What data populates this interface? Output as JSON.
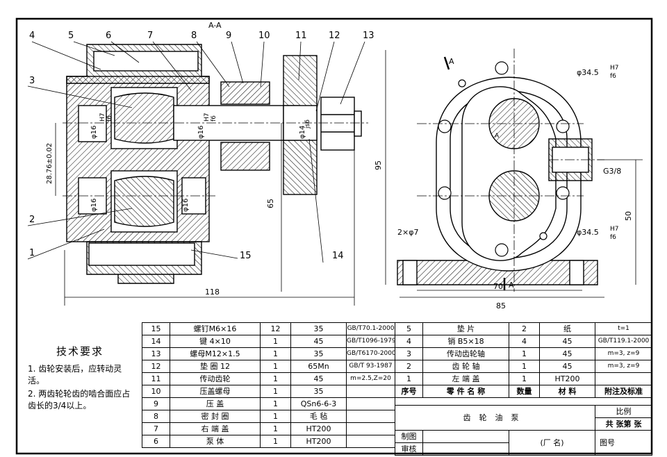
{
  "section_label": "A-A",
  "callouts_left": [
    "1",
    "2",
    "3",
    "4",
    "5",
    "6",
    "7",
    "8",
    "9",
    "10",
    "11",
    "12",
    "13",
    "14",
    "15"
  ],
  "dims": {
    "d118": "118",
    "d65": "65",
    "d95": "95",
    "d50": "50",
    "d70": "70",
    "d85": "85",
    "center": "28.76±0.02",
    "bore1": "φ16",
    "fit_h7": "H7",
    "fit_f6": "f6",
    "bore_shaft": "φ16",
    "bore14": "φ14",
    "fit_js6": "js6",
    "phi345_a": "φ34.5",
    "phi345_b": "φ34.5",
    "g38": "G3/8",
    "holes": "2×φ7",
    "a_mark": "A"
  },
  "tech": {
    "heading": "技术要求",
    "item1": "1. 齿轮安装后，应转动灵活。",
    "item2": "2. 两齿轮轮齿的啮合面应占齿长的3/4以上。"
  },
  "parts_right": [
    [
      "15",
      "螺钉M6×16",
      "12",
      "35",
      "GB/T70.1-2000"
    ],
    [
      "14",
      "键  4×10",
      "1",
      "45",
      "GB/T1096-1979"
    ],
    [
      "13",
      "螺母M12×1.5",
      "1",
      "35",
      "GB/T6170-2000"
    ],
    [
      "12",
      "垫  圈 12",
      "1",
      "65Mn",
      "GB/T 93-1987"
    ],
    [
      "11",
      "传动齿轮",
      "1",
      "45",
      "m=2.5,Z=20"
    ],
    [
      "10",
      "压盖螺母",
      "1",
      "35",
      ""
    ],
    [
      "9",
      "压    盖",
      "1",
      "QSn6-6-3",
      ""
    ],
    [
      "8",
      "密 封 圈",
      "1",
      "毛 毡",
      ""
    ],
    [
      "7",
      "右 端 盖",
      "1",
      "HT200",
      ""
    ],
    [
      "6",
      "泵    体",
      "1",
      "HT200",
      ""
    ]
  ],
  "parts_left": [
    [
      "5",
      "垫    片",
      "2",
      "纸",
      "t=1"
    ],
    [
      "4",
      "销  B5×18",
      "4",
      "45",
      "GB/T119.1-2000"
    ],
    [
      "3",
      "传动齿轮轴",
      "1",
      "45",
      "m=3, z=9"
    ],
    [
      "2",
      "齿 轮 轴",
      "1",
      "45",
      "m=3, z=9"
    ],
    [
      "1",
      "左 端 盖",
      "1",
      "HT200",
      ""
    ]
  ],
  "header": {
    "seq": "序号",
    "name": "零 件 名 称",
    "qty": "数量",
    "mat": "材  料",
    "note": "附注及标准"
  },
  "title": "齿轮油泵",
  "scale_label": "比例",
  "sheet_label": "共  张第  张",
  "draw_label": "制图",
  "check_label": "审核",
  "factory_label": "(厂          名)",
  "drawing_no": "图号"
}
